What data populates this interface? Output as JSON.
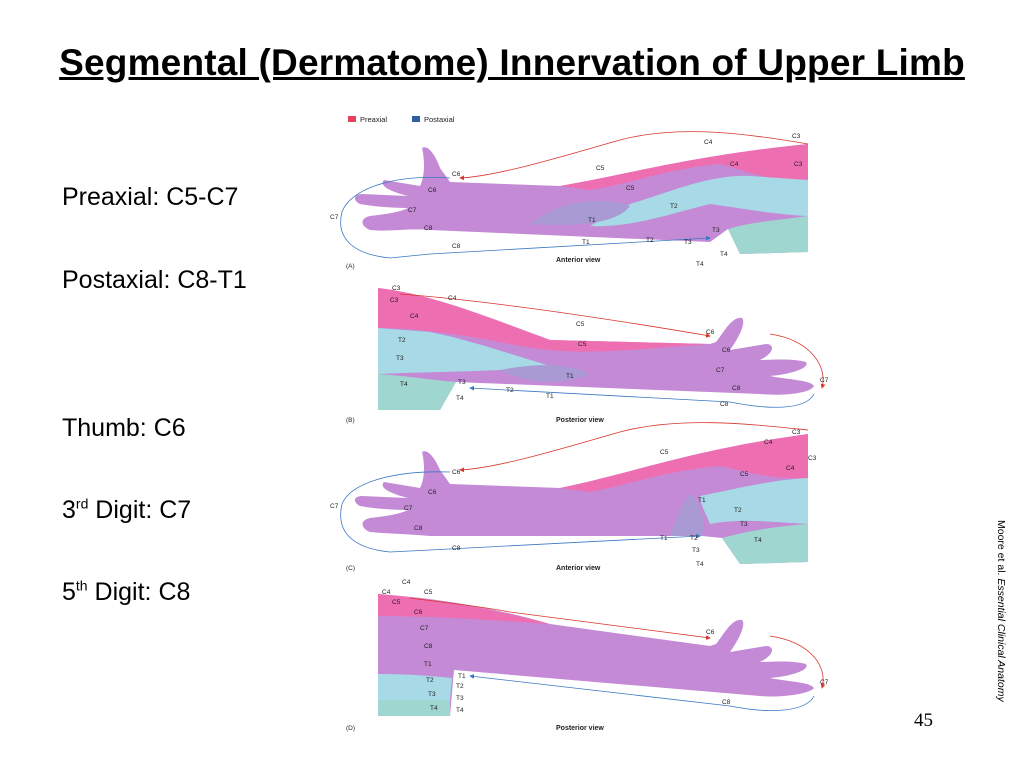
{
  "slide": {
    "title": "Segmental (Dermatome) Innervation of Upper Limb",
    "page_number": "45",
    "citation": {
      "authors": "Moore et al. ",
      "book": "Essential Clinical Anatomy"
    }
  },
  "bullets": [
    {
      "text": "Preaxial: C5-C7"
    },
    {
      "text": "Postaxial: C8-T1"
    },
    {
      "pre": "Thumb: C6"
    },
    {
      "pre": "3",
      "sup": "rd",
      "post": " Digit: C7"
    },
    {
      "pre": "5",
      "sup": "th",
      "post": " Digit: C8"
    }
  ],
  "figure": {
    "legend": {
      "preaxial": "Preaxial",
      "postaxial": "Postaxial",
      "preaxial_color": "#e8405f",
      "postaxial_color": "#2f5fa8"
    },
    "colors": {
      "pink": "#ee6fb1",
      "violet": "#c48ad6",
      "lavender": "#a99ad4",
      "cyan": "#a7d9e6",
      "teal": "#9fd6cf",
      "red_arrow": "#d9342b",
      "blue_arrow": "#3a78c4"
    },
    "panels": [
      {
        "letter": "(A)",
        "view": "Anterior view",
        "labels": [
          "C3",
          "C4",
          "C5",
          "C6",
          "C7",
          "C8",
          "T1",
          "T2",
          "T3",
          "T4",
          "C3",
          "C4",
          "C5",
          "C6",
          "C7",
          "C8",
          "T1",
          "T2",
          "T3",
          "T4"
        ]
      },
      {
        "letter": "(B)",
        "view": "Posterior view",
        "labels": [
          "C3",
          "C4",
          "C5",
          "C6",
          "C7",
          "C8",
          "T1",
          "T2",
          "T3",
          "T4",
          "C3",
          "C4",
          "C5",
          "C6",
          "C7",
          "C8",
          "T1",
          "T2",
          "T3",
          "T4"
        ]
      },
      {
        "letter": "(C)",
        "view": "Anterior view",
        "labels": [
          "C3",
          "C4",
          "C5",
          "C6",
          "C7",
          "C8",
          "T1",
          "T2",
          "T3",
          "T4",
          "C3",
          "C4",
          "C5",
          "C6",
          "C7",
          "C8",
          "T1",
          "T2",
          "T3",
          "T4"
        ]
      },
      {
        "letter": "(D)",
        "view": "Posterior view",
        "labels": [
          "C4",
          "C5",
          "C6",
          "C7",
          "C8",
          "T1",
          "T2",
          "T3",
          "T4",
          "C4",
          "C5",
          "C6",
          "C7",
          "C8",
          "T1",
          "T2",
          "T3",
          "T4"
        ]
      }
    ]
  }
}
